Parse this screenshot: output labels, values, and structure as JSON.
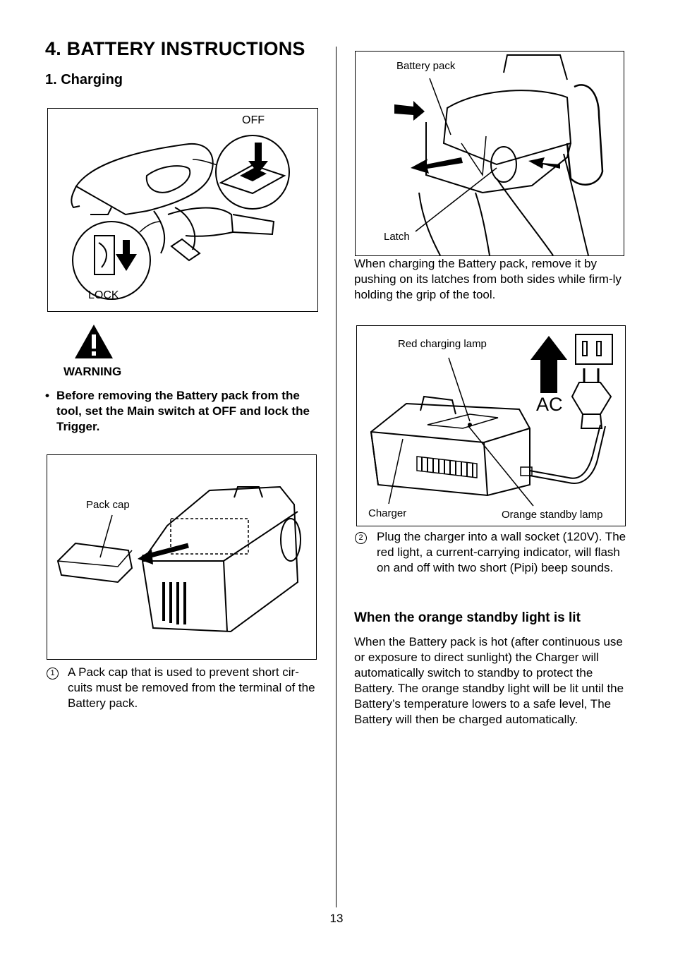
{
  "section": {
    "title": "4.  BATTERY INSTRUCTIONS",
    "subtitle": "1.   Charging"
  },
  "fig_switch": {
    "label_off": "OFF",
    "label_lock": "LOCK"
  },
  "warning": {
    "label": "WARNING",
    "bullet": "Before removing the Battery pack from the tool, set the Main switch at OFF and lock the Trigger."
  },
  "fig_packcap": {
    "label": "Pack cap"
  },
  "note1": {
    "number": "1",
    "text": "A Pack cap that is used to prevent short cir-cuits must be removed from the terminal of the Battery pack."
  },
  "fig_remove": {
    "label_battery": "Battery pack",
    "label_latch": "Latch"
  },
  "remove_text": "When charging the Battery pack, remove it by pushing on its latches from both sides while firm-ly holding the grip of the tool.",
  "fig_charger": {
    "label_red": "Red charging lamp",
    "label_charger": "Charger",
    "label_orange": "Orange standby lamp",
    "label_ac": "AC"
  },
  "note2": {
    "number": "2",
    "text": "Plug the charger into a wall socket (120V). The red light, a current-carrying indicator, will flash on and off with two short (Pipi) beep sounds."
  },
  "standby": {
    "heading": "When the orange standby light is lit",
    "text": "When the Battery pack is hot (after continuous use or exposure to direct sunlight) the Charger will automatically switch to standby to protect the Battery. The orange standby light will be lit until the Battery’s temperature lowers to a safe level, The Battery will then be charged automatically."
  },
  "page_number": "13"
}
